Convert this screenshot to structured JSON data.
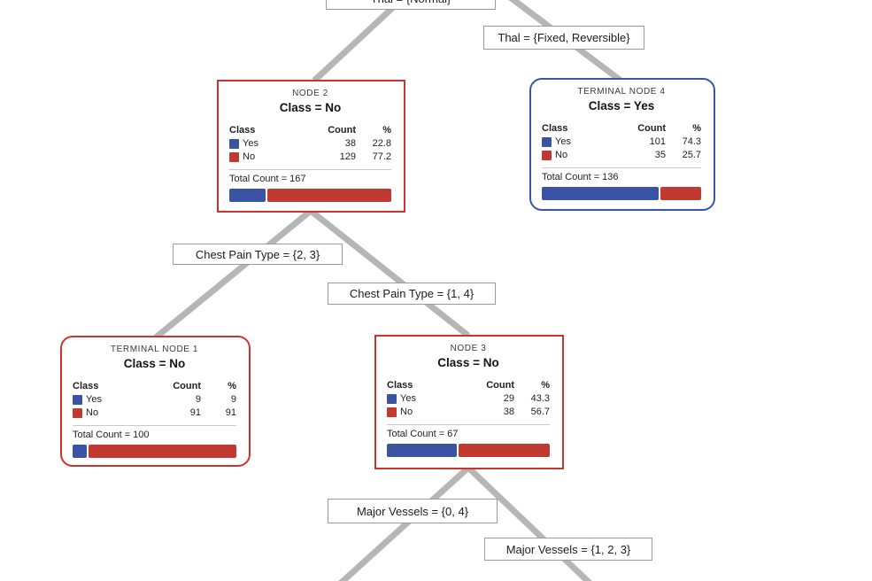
{
  "diagram": {
    "colors": {
      "yes_blue": "#3A53A4",
      "no_red": "#C03A32",
      "internal_node_border": "#CB342C",
      "terminal_yes_border": "#3456AB",
      "terminal_no_border": "#CB342C",
      "edge_line_gray": "#B6B6B6"
    },
    "edge_labels": {
      "thal_normal": "Thal = {Normal}",
      "thal_fixed_reversible": "Thal = {Fixed, Reversible}",
      "chest_pain_2_3": "Chest Pain Type = {2, 3}",
      "chest_pain_1_4": "Chest Pain Type = {1, 4}",
      "major_vessels_0_4": "Major Vessels = {0, 4}",
      "major_vessels_1_2_3": "Major Vessels = {1, 2, 3}"
    },
    "nodes": [
      {
        "title": "NODE 2",
        "class_line": "Class = No",
        "header": {
          "class": "Class",
          "count": "Count",
          "pct": "%"
        },
        "rows": [
          {
            "label": "Yes",
            "count": "38",
            "pct": "22.8"
          },
          {
            "label": "No",
            "count": "129",
            "pct": "77.2"
          }
        ],
        "total_label": "Total Count = 167",
        "bar": {
          "yes_pct": 22.8,
          "no_pct": 77.2
        }
      },
      {
        "title": "TERMINAL NODE 4",
        "class_line": "Class = Yes",
        "header": {
          "class": "Class",
          "count": "Count",
          "pct": "%"
        },
        "rows": [
          {
            "label": "Yes",
            "count": "101",
            "pct": "74.3"
          },
          {
            "label": "No",
            "count": "35",
            "pct": "25.7"
          }
        ],
        "total_label": "Total Count = 136",
        "bar": {
          "yes_pct": 74.3,
          "no_pct": 25.7
        }
      },
      {
        "title": "TERMINAL NODE 1",
        "class_line": "Class = No",
        "header": {
          "class": "Class",
          "count": "Count",
          "pct": "%"
        },
        "rows": [
          {
            "label": "Yes",
            "count": "9",
            "pct": "9"
          },
          {
            "label": "No",
            "count": "91",
            "pct": "91"
          }
        ],
        "total_label": "Total Count = 100",
        "bar": {
          "yes_pct": 9,
          "no_pct": 91
        }
      },
      {
        "title": "NODE 3",
        "class_line": "Class = No",
        "header": {
          "class": "Class",
          "count": "Count",
          "pct": "%"
        },
        "rows": [
          {
            "label": "Yes",
            "count": "29",
            "pct": "43.3"
          },
          {
            "label": "No",
            "count": "38",
            "pct": "56.7"
          }
        ],
        "total_label": "Total Count = 67",
        "bar": {
          "yes_pct": 43.3,
          "no_pct": 56.7
        }
      }
    ]
  }
}
